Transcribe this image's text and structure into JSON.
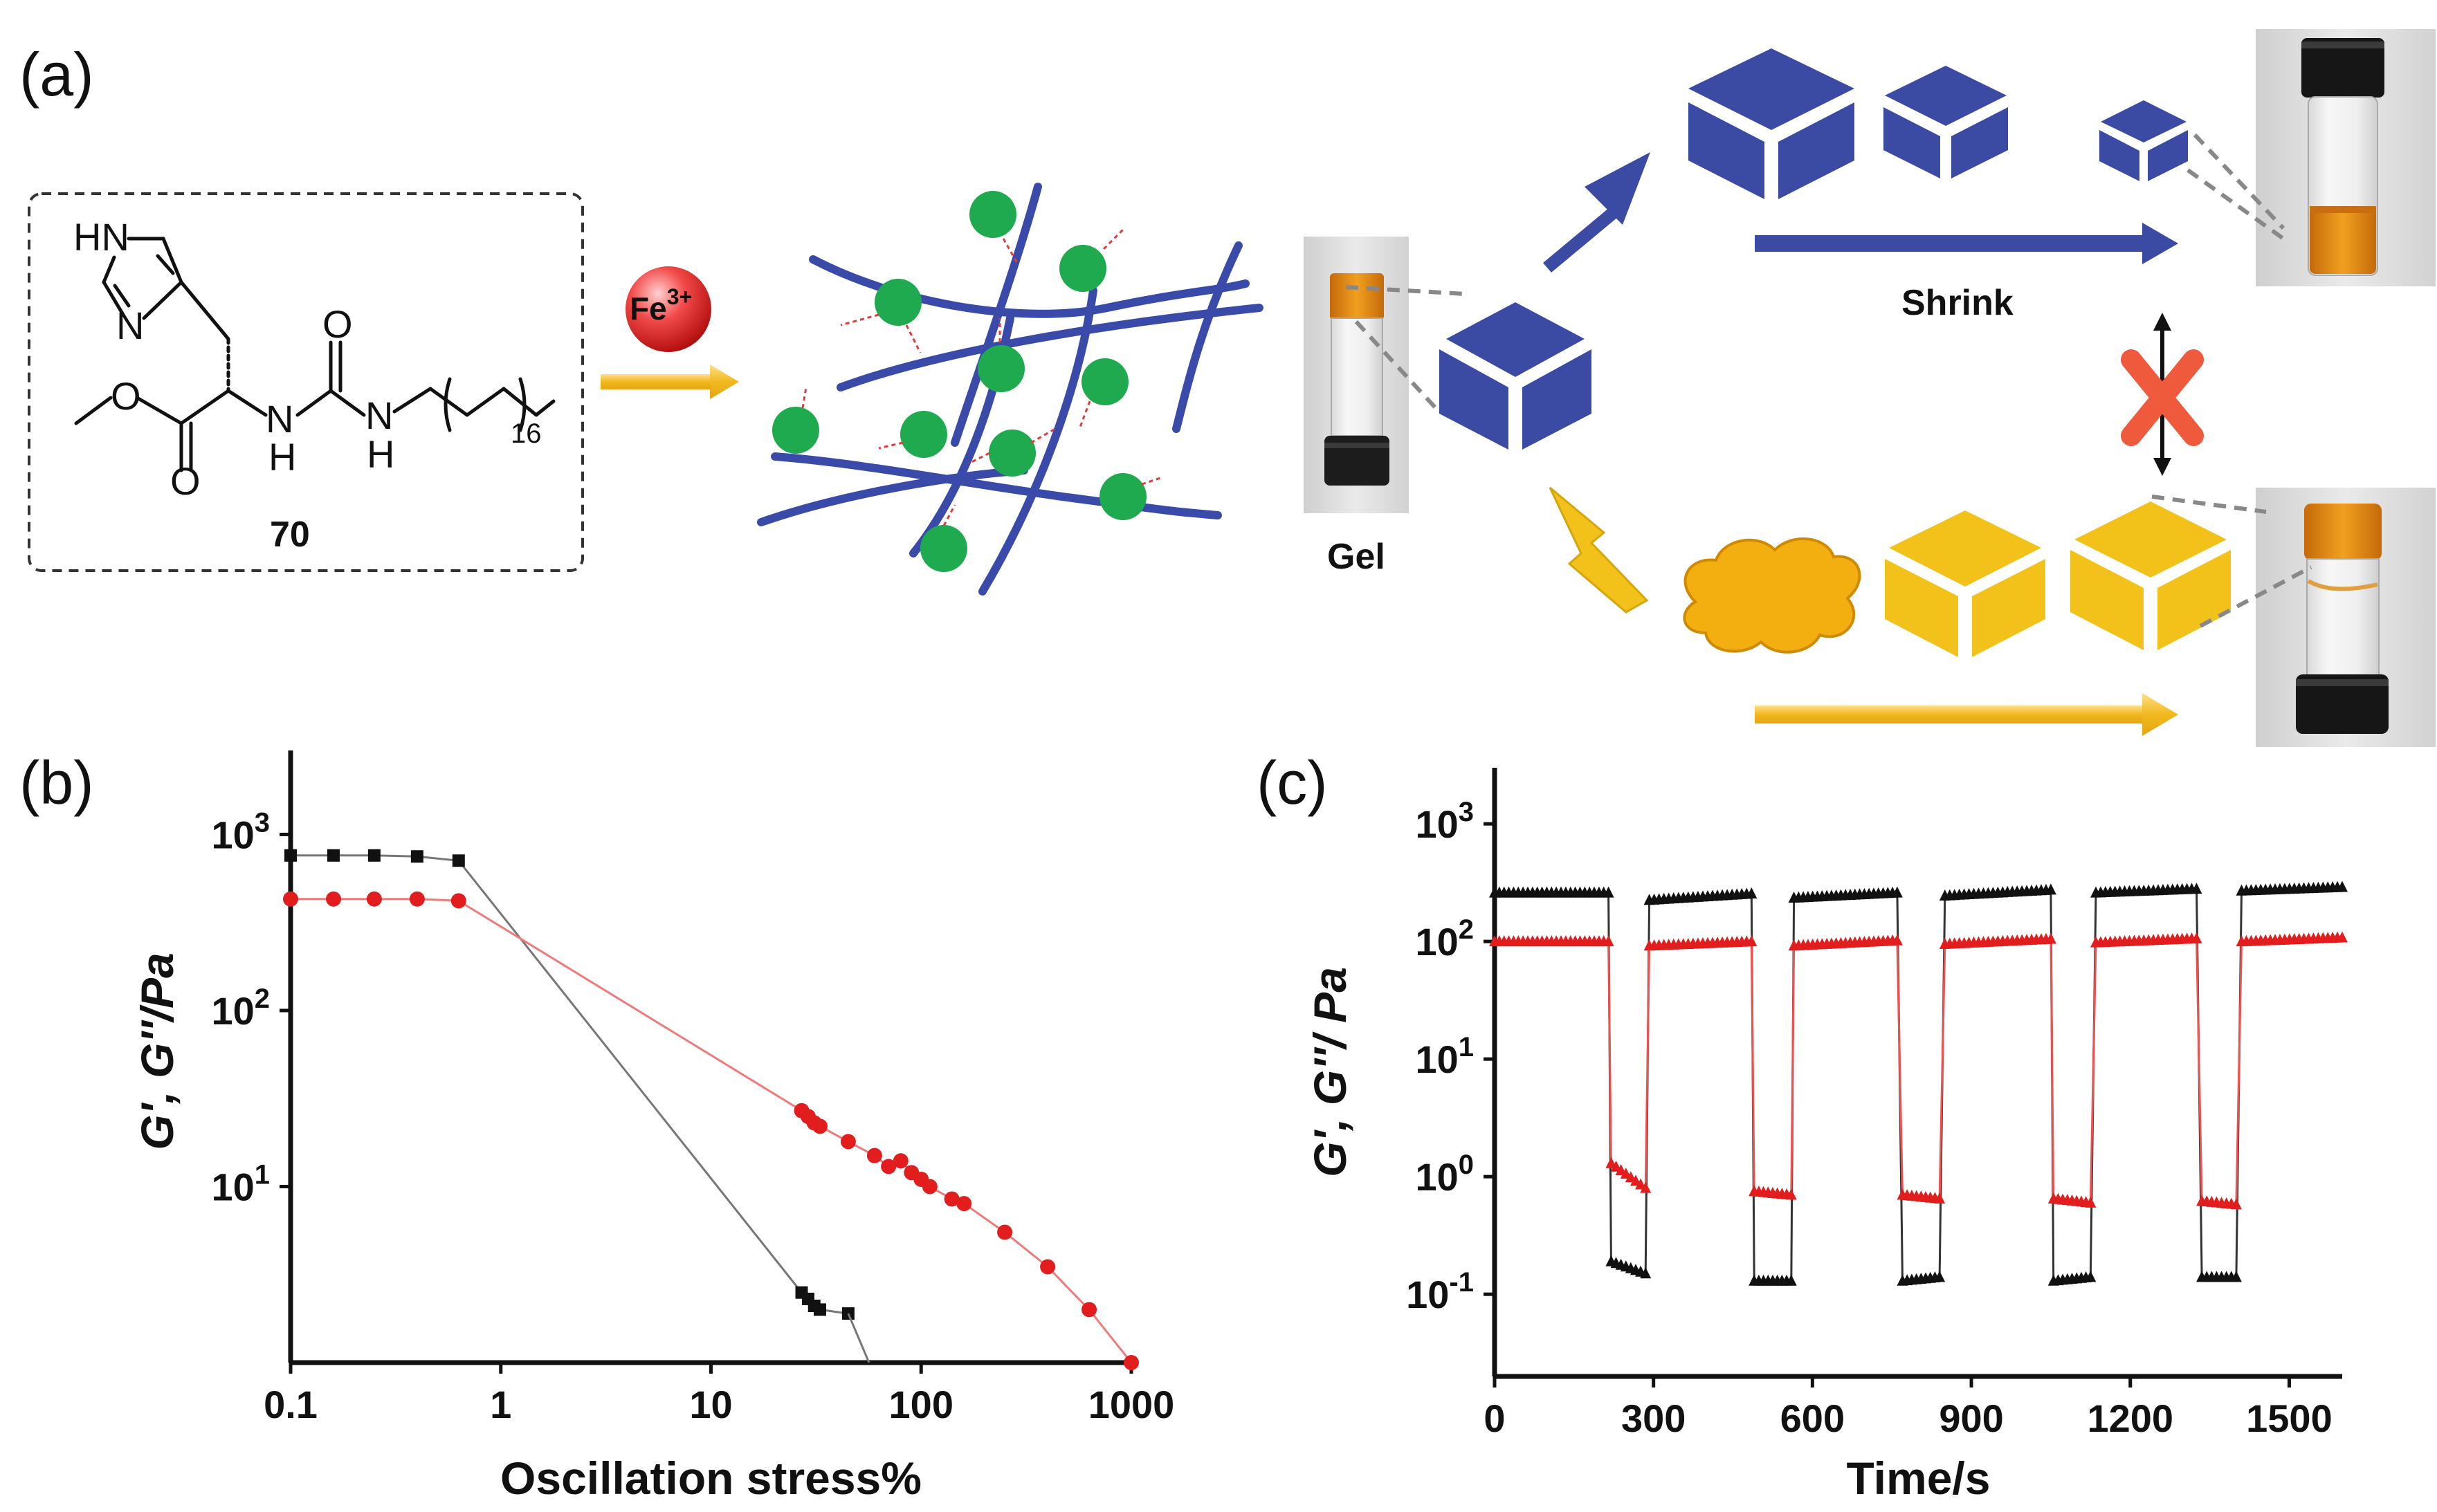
{
  "panel_a": {
    "label": "(a)",
    "compound": {
      "number": "70",
      "hn": "HN",
      "n": "N",
      "h1": "H",
      "h2": "H",
      "n1": "N",
      "n2": "N",
      "o1": "O",
      "o2": "O",
      "o3": "O",
      "subscript": "16"
    },
    "ion": {
      "base": "Fe",
      "sup": "3+"
    },
    "gel_label": "Gel",
    "shrink_label": "Shrink",
    "colors": {
      "fiber": "#3a4aa8",
      "dot": "#1faa4f",
      "cube_blue": "#3b4aa3",
      "cube_yellow": "#f3c21a",
      "arrow_yellow": "#f1c232",
      "cross": "#ef5a3c",
      "amber": "#e08a17"
    }
  },
  "panel_b": {
    "label": "(b)"
  },
  "panel_c": {
    "label": "(c)"
  },
  "chart_data": [
    {
      "type": "scatter",
      "xlabel": "Oscillation stress%",
      "ylabel": "G', G''/Pa",
      "xscale": "log",
      "yscale": "log",
      "xlim": [
        0.1,
        1000
      ],
      "ylim": [
        1,
        3000
      ],
      "xticks": [
        "0.1",
        "1",
        "10",
        "100",
        "1000"
      ],
      "yticks": [
        {
          "base": "10",
          "exp": "1"
        },
        {
          "base": "10",
          "exp": "2"
        },
        {
          "base": "10",
          "exp": "3"
        }
      ],
      "grid": false,
      "series": [
        {
          "color": "#111111",
          "marker": "square",
          "x": [
            0.1,
            0.16,
            0.25,
            0.4,
            0.63,
            27,
            29,
            31,
            33,
            45
          ],
          "y": [
            760,
            760,
            760,
            750,
            710,
            2.5,
            2.3,
            2.1,
            2.0,
            1.9
          ]
        },
        {
          "color": "#e11d1d",
          "marker": "circle",
          "x": [
            0.1,
            0.16,
            0.25,
            0.4,
            0.63,
            27,
            29,
            31,
            33,
            45,
            60,
            70,
            80,
            90,
            100,
            110,
            140,
            160,
            250,
            400,
            630,
            1000
          ],
          "y": [
            430,
            430,
            430,
            430,
            420,
            27,
            25,
            23,
            22,
            18,
            15,
            13,
            14,
            12,
            11,
            10,
            8.5,
            8.0,
            5.5,
            3.5,
            2.0,
            1.0
          ]
        }
      ]
    },
    {
      "type": "line",
      "xlabel": "Time/s",
      "ylabel": "G', G''/ Pa",
      "yscale": "log",
      "xlim": [
        0,
        1600
      ],
      "ylim": [
        0.02,
        3000
      ],
      "xticks": [
        "0",
        "300",
        "600",
        "900",
        "1200",
        "1500"
      ],
      "yticks": [
        {
          "base": "10",
          "exp": "-1"
        },
        {
          "base": "10",
          "exp": "0"
        },
        {
          "base": "10",
          "exp": "1"
        },
        {
          "base": "10",
          "exp": "2"
        },
        {
          "base": "10",
          "exp": "3"
        }
      ],
      "grid": false,
      "series": [
        {
          "color": "#111111",
          "marker": "triangle",
          "segments": [
            {
              "x": [
                0,
                215
              ],
              "y": [
                260,
                260
              ]
            },
            {
              "x": [
                220,
                285
              ],
              "y": [
                0.19,
                0.15
              ]
            },
            {
              "x": [
                292,
                485
              ],
              "y": [
                225,
                255
              ]
            },
            {
              "x": [
                490,
                560
              ],
              "y": [
                0.13,
                0.13
              ]
            },
            {
              "x": [
                565,
                760
              ],
              "y": [
                235,
                260
              ]
            },
            {
              "x": [
                770,
                840
              ],
              "y": [
                0.13,
                0.14
              ]
            },
            {
              "x": [
                850,
                1050
              ],
              "y": [
                245,
                275
              ]
            },
            {
              "x": [
                1055,
                1125
              ],
              "y": [
                0.13,
                0.14
              ]
            },
            {
              "x": [
                1135,
                1325
              ],
              "y": [
                260,
                280
              ]
            },
            {
              "x": [
                1335,
                1400
              ],
              "y": [
                0.14,
                0.14
              ]
            },
            {
              "x": [
                1410,
                1600
              ],
              "y": [
                270,
                290
              ]
            }
          ]
        },
        {
          "color": "#e11d1d",
          "marker": "triangle",
          "segments": [
            {
              "x": [
                0,
                215
              ],
              "y": [
                100,
                100
              ]
            },
            {
              "x": [
                220,
                285
              ],
              "y": [
                1.3,
                0.8
              ]
            },
            {
              "x": [
                292,
                485
              ],
              "y": [
                92,
                100
              ]
            },
            {
              "x": [
                490,
                560
              ],
              "y": [
                0.75,
                0.7
              ]
            },
            {
              "x": [
                565,
                760
              ],
              "y": [
                92,
                102
              ]
            },
            {
              "x": [
                770,
                840
              ],
              "y": [
                0.7,
                0.65
              ]
            },
            {
              "x": [
                850,
                1050
              ],
              "y": [
                95,
                105
              ]
            },
            {
              "x": [
                1055,
                1125
              ],
              "y": [
                0.65,
                0.6
              ]
            },
            {
              "x": [
                1135,
                1325
              ],
              "y": [
                98,
                106
              ]
            },
            {
              "x": [
                1335,
                1400
              ],
              "y": [
                0.62,
                0.58
              ]
            },
            {
              "x": [
                1410,
                1600
              ],
              "y": [
                100,
                108
              ]
            }
          ]
        }
      ]
    }
  ]
}
